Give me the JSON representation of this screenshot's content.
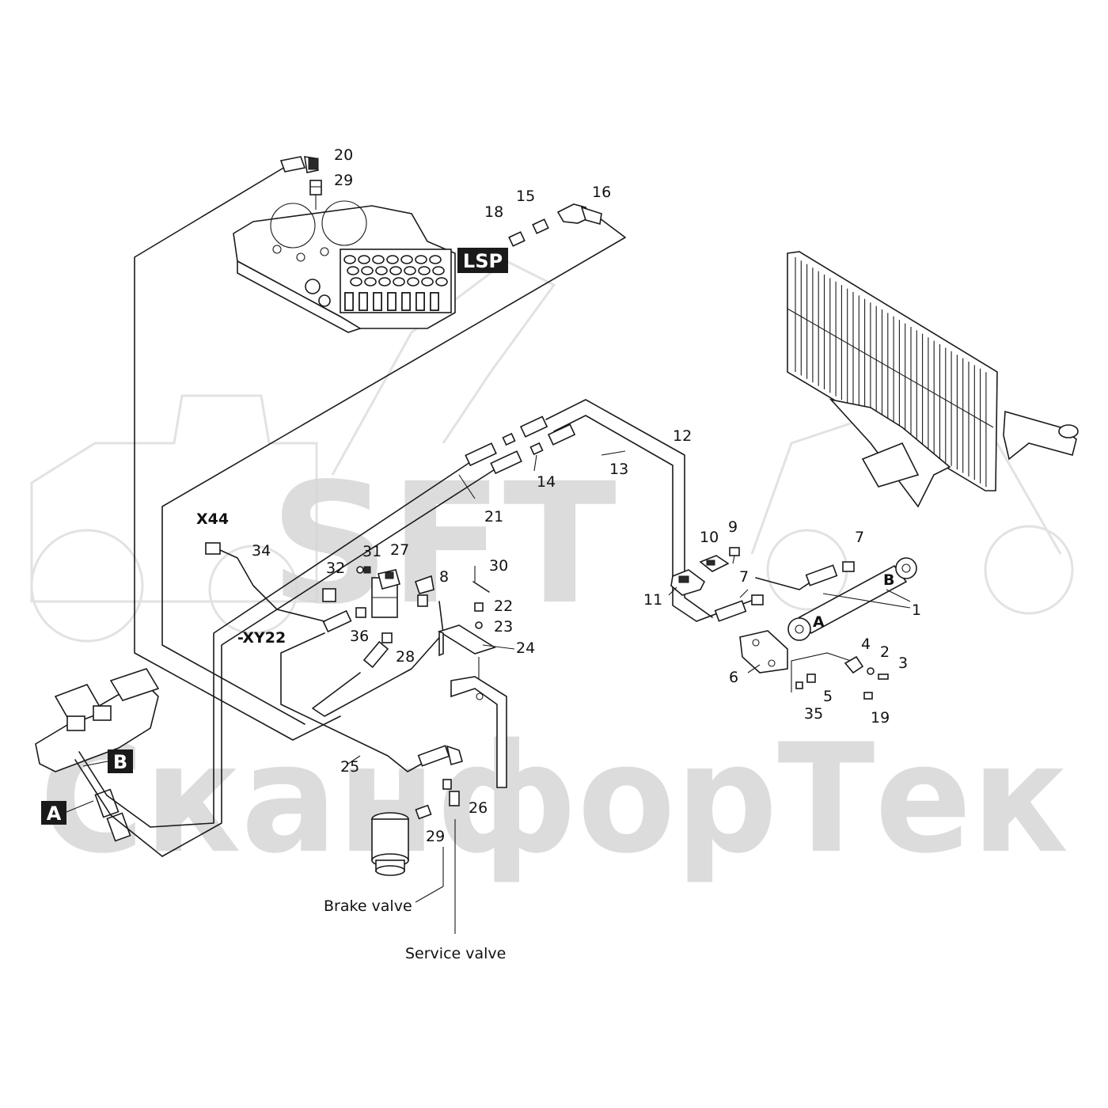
{
  "watermark": {
    "logo_text": "SFT",
    "brand_text": "СканфорТек",
    "color": "#d6d6d6"
  },
  "tags": {
    "lsp": "LSP",
    "a": "A",
    "b": "B"
  },
  "connector_labels": {
    "x44": "X44",
    "xy22": "-XY22"
  },
  "hose_ends": {
    "a": "A",
    "b": "B"
  },
  "text_labels": {
    "brake_valve": "Brake valve",
    "service_valve": "Service valve"
  },
  "callouts": {
    "c1": "1",
    "c2": "2",
    "c3": "3",
    "c4": "4",
    "c5": "5",
    "c6": "6",
    "c7a": "7",
    "c7b": "7",
    "c8": "8",
    "c9": "9",
    "c10": "10",
    "c11": "11",
    "c12": "12",
    "c13": "13",
    "c14": "14",
    "c15": "15",
    "c16": "16",
    "c18": "18",
    "c19": "19",
    "c20": "20",
    "c21": "21",
    "c22": "22",
    "c23": "23",
    "c24": "24",
    "c25": "25",
    "c26": "26",
    "c27": "27",
    "c28": "28",
    "c29a": "29",
    "c29b": "29",
    "c30": "30",
    "c31": "31",
    "c32": "32",
    "c34": "34",
    "c35": "35",
    "c36": "36"
  },
  "colors": {
    "line": "#1a1a1a",
    "tag_background": "#1a1a1a",
    "tag_text": "#ffffff"
  }
}
